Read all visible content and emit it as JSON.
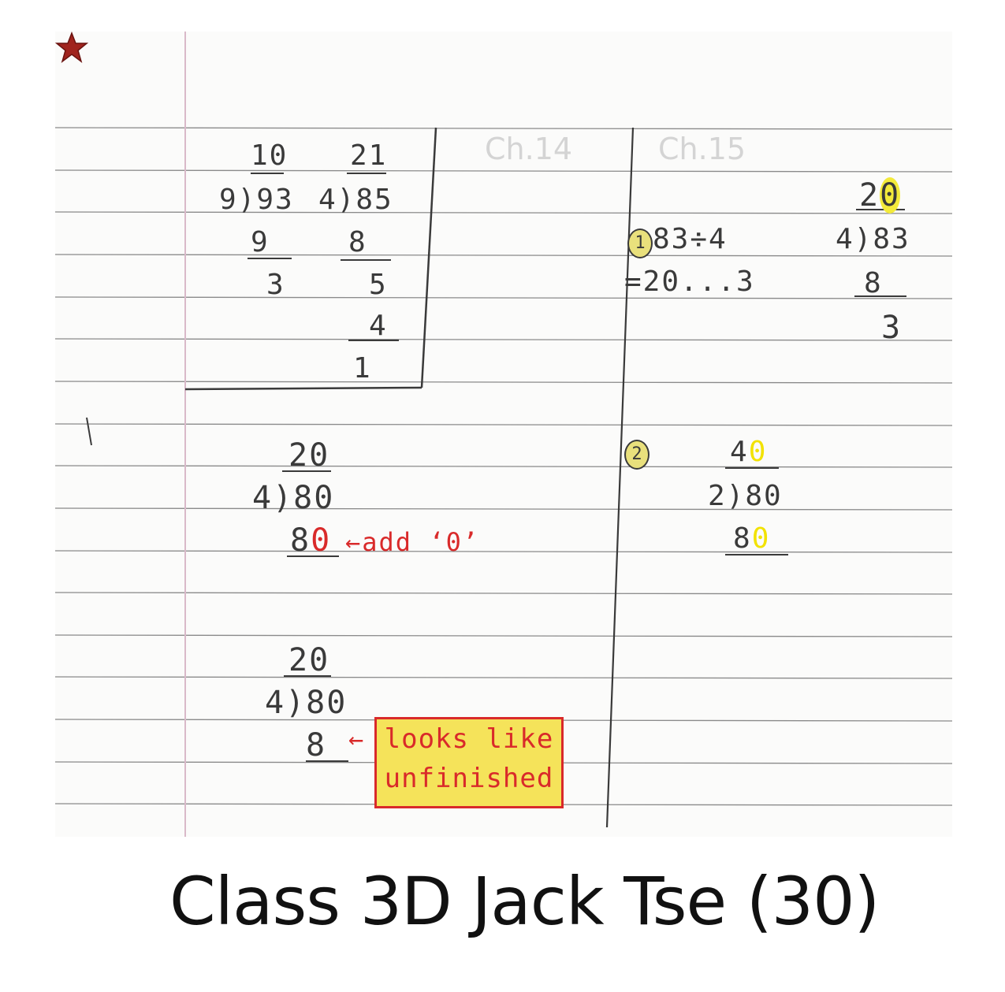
{
  "colors": {
    "pencil": "#3a3a3a",
    "red_pen": "#d92a2a",
    "highlighter": "#f3ea3a",
    "margin_line": "#d9b9c9",
    "rule_line": "#6d6d6d"
  },
  "icons": [
    "star-icon",
    "arrow-left-icon"
  ],
  "faint_headers": {
    "ch14": "Ch.14",
    "ch15": "Ch.15"
  },
  "box_work": {
    "a_quotient": "10",
    "a_divisor_dividend": "9)93",
    "a_sub": "9",
    "a_rem": "3",
    "b_quotient": "21",
    "b_divisor_dividend": "4)85",
    "b_sub1": "8",
    "b_bring": "5",
    "b_sub2": "4",
    "b_rem": "1"
  },
  "star_work": {
    "q1": "20",
    "dd1": "4)80",
    "sub1_a": "8",
    "sub1_b": "0",
    "note1": "add ‘0’",
    "q2": "20",
    "dd2": "4)80",
    "sub2": "8",
    "note2_line1": "looks like",
    "note2_line2": "unfinished"
  },
  "right_work": {
    "item1_no": "1",
    "item1_expr": "83÷4",
    "item1_result": "=20...3",
    "item1_q_a": "2",
    "item1_q_b": "0",
    "item1_dd": "4)83",
    "item1_sub": "8",
    "item1_rem": "3",
    "item2_no": "2",
    "item2_q_a": "4",
    "item2_q_b": "0",
    "item2_dd": "2)80",
    "item2_sub_a": "8",
    "item2_sub_b": "0"
  },
  "caption": "Class 3D Jack Tse (30)"
}
